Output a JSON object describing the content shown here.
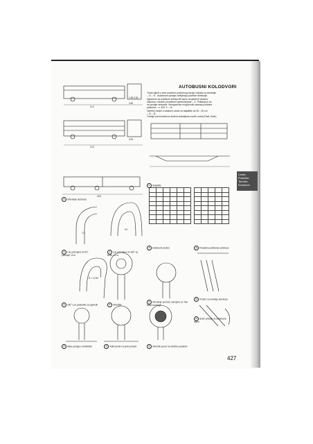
{
  "heading": "AUTOBUSNI KOLODVORI",
  "page_number": "427",
  "tab_text": "Ceste, Putničke, Teretne, Kolodvori",
  "paragraph_lines": [
    "Treba slijedi s obzir posebna prostornog zavoja i mjesta za okretanje",
    "– ② – ⑥ . Autobusne postaje zahtijevaju posebne dimenzije.",
    "Uglavnom za autobuse trebaju biti samo na glavnim ulicama",
    "otkazna u visokim prometnim opterećenjima – ⑦. Poštanje je za",
    "ne postaje razlomke. Mnogostruke mogućnosti stvaraju posebne",
    "potkazne – s. 403 ⑦ – ⑧.",
    "Okretne rampe s ulaskom uzduž na stajalište od 30 – 40 cm",
    "– ⑨ – ⑱.",
    "Trebaju pred kolodvoru kodera redoslijeda voznih vozila (Parti, Klein)"
  ],
  "figure_labels": [
    {
      "num": "①",
      "text": "Okretanje autobusa"
    },
    {
      "num": "②",
      "text": "Luk polumjera od 90°, polumjer 12 m"
    },
    {
      "num": "③",
      "text": "Luk polumjera od 180° za kruto, 12 m"
    },
    {
      "num": "④",
      "text": "180° Luk zaokretka za uglavnik"
    },
    {
      "num": "⑤",
      "text": "Okretište"
    },
    {
      "num": "⑥",
      "text": "Okretanje pomoću razmjena uz Tine šimer koelingti"
    },
    {
      "num": "⑦",
      "text": "Stajalište"
    },
    {
      "num": "⑧",
      "text": "Autobusni prostor"
    },
    {
      "num": "⑨",
      "text": "Mala postaja s okretištem"
    },
    {
      "num": "⑩",
      "text": "Veliki parter na jednoj strani"
    },
    {
      "num": "⑪",
      "text": "Okretnik pored na okretišu paralelni"
    },
    {
      "num": "⑫",
      "text": "Prostor za okretaje autobusa"
    },
    {
      "num": "⑬",
      "text": "Paralelno parkiranje autobusa"
    },
    {
      "num": "⑭",
      "text": "Bočni pristupi uz autobusnu stazu"
    }
  ],
  "dimension_labels": [
    "1.90-2.50",
    "2.50",
    "4.00",
    "11.0",
    "12.0",
    "18.0",
    "7.0",
    "9.0",
    "R = 12.50"
  ],
  "colors": {
    "ink": "#1a1a1a",
    "paper": "#fbfbf9",
    "tab": "#4d4d4d"
  }
}
